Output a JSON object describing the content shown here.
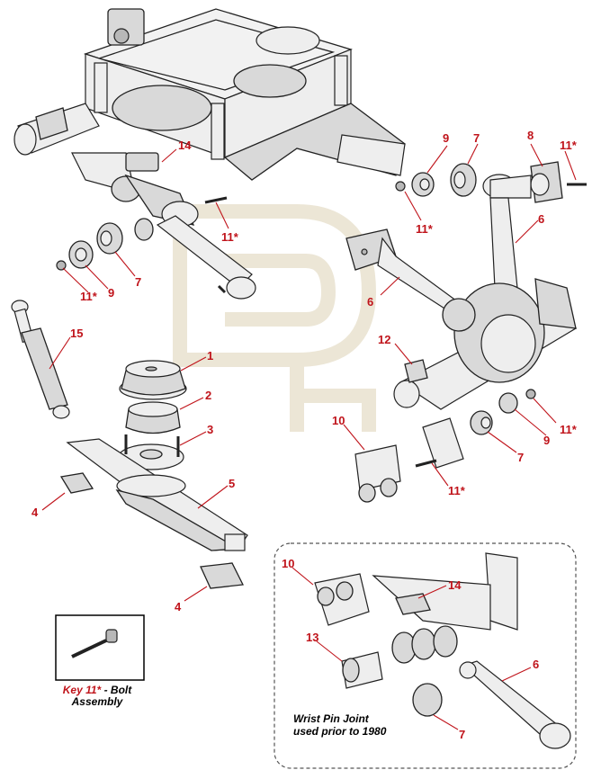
{
  "callouts": {
    "c14_top": "14",
    "c11_mid": "11*",
    "c11_left": "11*",
    "c9_left": "9",
    "c7_left": "7",
    "c15": "15",
    "c9_top": "9",
    "c7_top": "7",
    "c8": "8",
    "c11_topright": "11*",
    "c11_topmid": "11*",
    "c6_upper": "6",
    "c6_left": "6",
    "c12": "12",
    "c1": "1",
    "c2": "2",
    "c3": "3",
    "c5": "5",
    "c4_upper": "4",
    "c4_lower": "4",
    "c10_mid": "10",
    "c11_right": "11*",
    "c9_right": "9",
    "c7_right": "7",
    "c11_lower": "11*",
    "c10_inset": "10",
    "c14_inset": "14",
    "c13": "13",
    "c6_inset": "6",
    "c7_inset": "7"
  },
  "key_box": {
    "key_label": "Key 11*",
    "key_desc": " - Bolt",
    "key_desc2": "Assembly"
  },
  "inset": {
    "caption_line1": "Wrist Pin Joint",
    "caption_line2": "used prior to 1980"
  },
  "colors": {
    "callout_red": "#c0141b",
    "part_gray": "#d9d9d9",
    "watermark": "#ece6d6"
  }
}
